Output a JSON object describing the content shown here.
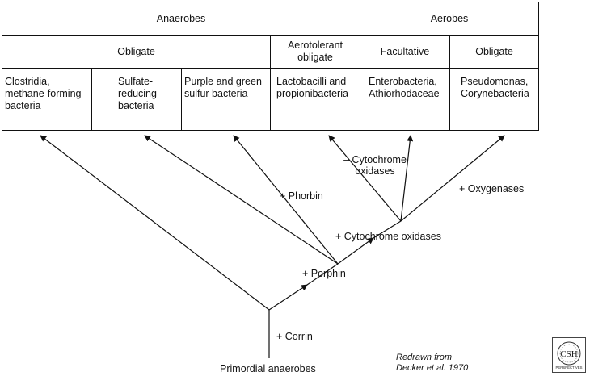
{
  "table": {
    "top_headers": {
      "anaerobes": "Anaerobes",
      "aerobes": "Aerobes"
    },
    "sub_headers": {
      "obligate_anaerobes": "Obligate",
      "aerotolerant": "Aerotolerant obligate",
      "facultative": "Facultative",
      "obligate_aerobes": "Obligate"
    },
    "organisms": {
      "clostridia": "Clostridia, methane-forming bacteria",
      "sulfate": "Sulfate-reducing bacteria",
      "purple_green": "Purple and green sulfur bacteria",
      "lactobacilli": "Lactobacilli and propionibacteria",
      "enterobacteria": "Enterobacteria, Athiorhodaceae",
      "pseudomonas": "Pseudomonas, Corynebacteria"
    }
  },
  "tree": {
    "root": "Primordial anaerobes",
    "corrin": "+ Corrin",
    "porphin": "+ Porphin",
    "phorbin": "+ Phorbin",
    "cytochrome_oxidases": "+ Cytochrome oxidases",
    "minus_cytochrome": "– Cytochrome oxidases",
    "oxygenases": "+ Oxygenases"
  },
  "credit": {
    "line1": "Redrawn from",
    "line2": "Decker et al. 1970"
  },
  "logo": {
    "text": "CSH",
    "subtext": "PERSPECTIVES"
  }
}
